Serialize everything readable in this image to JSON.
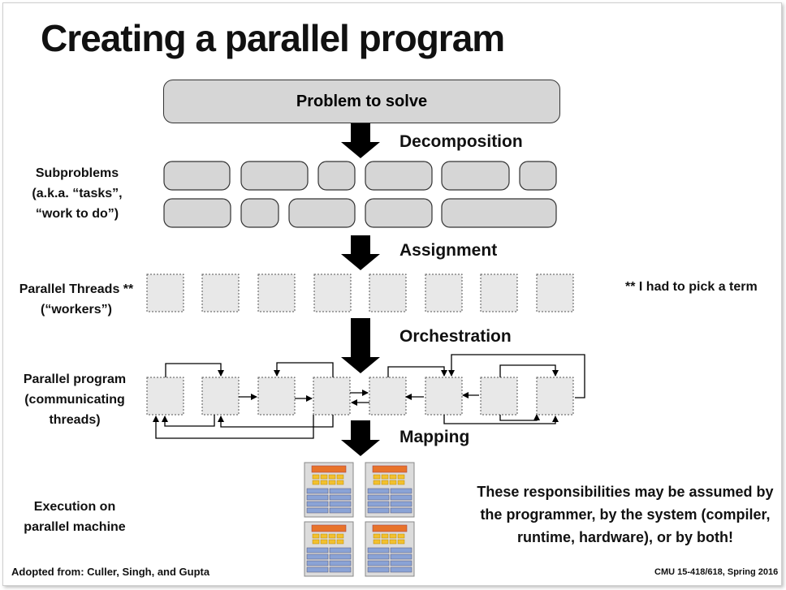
{
  "slide": {
    "title": "Creating a parallel program",
    "problem_box": "Problem to solve",
    "stages": {
      "decomposition": "Decomposition",
      "assignment": "Assignment",
      "orchestration": "Orchestration",
      "mapping": "Mapping"
    },
    "rows": {
      "subproblems": [
        "Subproblems",
        "(a.k.a. “tasks”,",
        "“work to do”)"
      ],
      "threads": [
        "Parallel Threads **",
        "(“workers”)"
      ],
      "program": [
        "Parallel program",
        "(communicating",
        "threads)"
      ],
      "execution": [
        "Execution on",
        "parallel machine"
      ]
    },
    "footnote": "** I had to pick a term",
    "responsibilities": [
      "These responsibilities may be assumed by",
      "the programmer, by the system (compiler,",
      "runtime, hardware), or by both!"
    ],
    "footer_left": "Adopted from: Culler, Singh, and Gupta",
    "footer_right": "CMU 15-418/618, Spring 2016"
  },
  "colors": {
    "box_fill": "#d6d6d6",
    "worker_fill": "#e8e8e8",
    "chip_orange": "#e8732a",
    "chip_yellow": "#f2c12e",
    "chip_blue": "#8aa3d6"
  }
}
